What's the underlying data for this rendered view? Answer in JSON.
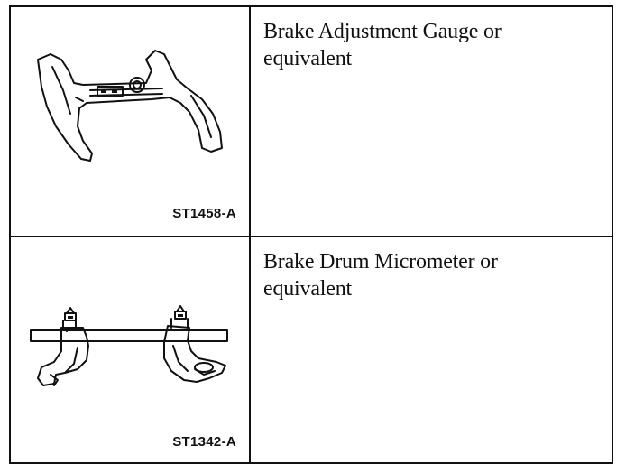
{
  "tools": [
    {
      "illustration": "brake-adjustment-gauge-drawing",
      "code": "ST1458-A",
      "description": "Brake Adjustment Gauge or equivalent"
    },
    {
      "illustration": "brake-drum-micrometer-drawing",
      "code": "ST1342-A",
      "description": "Brake Drum Micrometer or equivalent"
    }
  ],
  "colors": {
    "ink": "#111111",
    "paper": "#ffffff"
  }
}
